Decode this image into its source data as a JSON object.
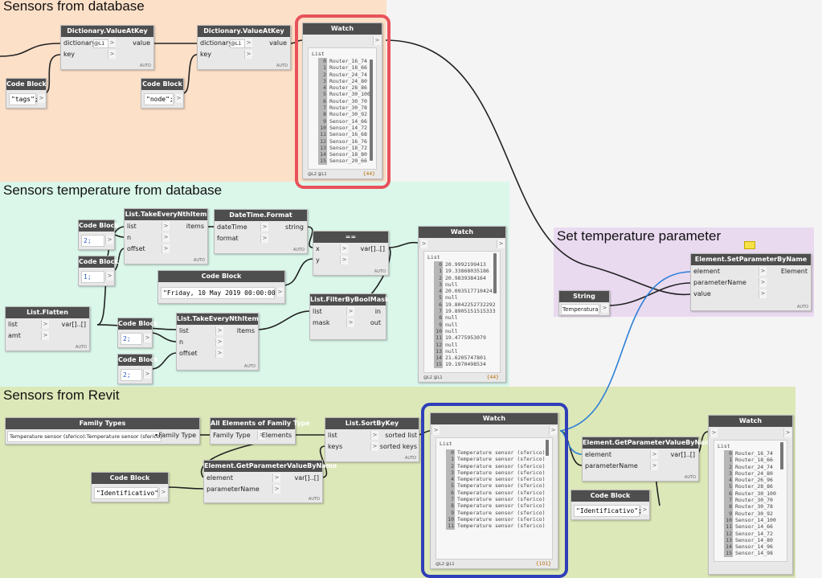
{
  "groups": {
    "g1": "Sensors from database",
    "g2": "Sensors temperature from database",
    "g3": "Set temperature parameter",
    "g4": "Sensors from Revit"
  },
  "common": {
    "auto": "AUTO",
    "gt": ">",
    "list": "List",
    "lvl": "@L2 @L1"
  },
  "n1": {
    "title": "Dictionary.ValueAtKey",
    "in1": "dictionary",
    "in2": "key",
    "out": "value",
    "combo": "@L1"
  },
  "n2": {
    "title": "Dictionary.ValueAtKey",
    "in1": "dictionary",
    "in2": "key",
    "out": "value",
    "combo": "@L1"
  },
  "cb1": {
    "title": "Code Block",
    "code": "\"tags\";"
  },
  "cb2": {
    "title": "Code Block",
    "code": "\"node\";"
  },
  "w1": {
    "title": "Watch",
    "count": "{44}",
    "items": [
      {
        "i": "0",
        "v": "Router_16_74"
      },
      {
        "i": "1",
        "v": "Router_18_66"
      },
      {
        "i": "2",
        "v": "Router_24_74"
      },
      {
        "i": "3",
        "v": "Router_24_80"
      },
      {
        "i": "4",
        "v": "Router_28_86"
      },
      {
        "i": "5",
        "v": "Router_30_100"
      },
      {
        "i": "6",
        "v": "Router_30_70"
      },
      {
        "i": "7",
        "v": "Router_30_78"
      },
      {
        "i": "8",
        "v": "Router_30_92"
      },
      {
        "i": "9",
        "v": "Sensor_14_66"
      },
      {
        "i": "10",
        "v": "Sensor_14_72"
      },
      {
        "i": "11",
        "v": "Sensor_16_68"
      },
      {
        "i": "12",
        "v": "Sensor_16_76"
      },
      {
        "i": "13",
        "v": "Sensor_18_72"
      },
      {
        "i": "14",
        "v": "Sensor_18_80"
      },
      {
        "i": "15",
        "v": "Sensor_20_66"
      }
    ]
  },
  "cb3": {
    "title": "Code Block",
    "code": "2;"
  },
  "cb4": {
    "title": "Code Block",
    "code": "1;"
  },
  "n3": {
    "title": "List.TakeEveryNthItem",
    "in1": "list",
    "in2": "n",
    "in3": "offset",
    "out": "items"
  },
  "n4": {
    "title": "DateTime.Format",
    "in1": "dateTime",
    "in2": "format",
    "out": "string"
  },
  "cb5": {
    "title": "Code Block",
    "code": "\"Friday, 10 May 2019 00:00:00\";"
  },
  "n5": {
    "title": "==",
    "in1": "x",
    "in2": "y",
    "out": "var[]..[]"
  },
  "n6": {
    "title": "List.Flatten",
    "in1": "list",
    "in2": "amt",
    "out": "var[]..[]"
  },
  "cb6": {
    "title": "Code Block",
    "code": "2;"
  },
  "cb7": {
    "title": "Code Block",
    "code": "2;"
  },
  "n7": {
    "title": "List.TakeEveryNthItem",
    "in1": "list",
    "in2": "n",
    "in3": "offset",
    "out": "items"
  },
  "n8": {
    "title": "List.FilterByBoolMask",
    "in1": "list",
    "in2": "mask",
    "out1": "in",
    "out2": "out"
  },
  "w2": {
    "title": "Watch",
    "count": "{44}",
    "items": [
      {
        "i": "0",
        "v": "20.9992199413"
      },
      {
        "i": "1",
        "v": "19.33868035186"
      },
      {
        "i": "2",
        "v": "20.9839384164"
      },
      {
        "i": "3",
        "v": "null"
      },
      {
        "i": "4",
        "v": "20.0935177104241"
      },
      {
        "i": "5",
        "v": "null"
      },
      {
        "i": "6",
        "v": "19.8042252732292"
      },
      {
        "i": "7",
        "v": "19.8905151515333"
      },
      {
        "i": "8",
        "v": "null"
      },
      {
        "i": "9",
        "v": "null"
      },
      {
        "i": "10",
        "v": "null"
      },
      {
        "i": "11",
        "v": "19.4775953079"
      },
      {
        "i": "12",
        "v": "null"
      },
      {
        "i": "13",
        "v": "null"
      },
      {
        "i": "14",
        "v": "21.6205747801"
      },
      {
        "i": "15",
        "v": "19.1970498534"
      }
    ]
  },
  "n9": {
    "title": "Element.SetParameterByName",
    "in1": "element",
    "in2": "parameterName",
    "in3": "value",
    "out": "Element"
  },
  "s1": {
    "title": "String",
    "value": "Temperatura"
  },
  "n10": {
    "title": "Family Types",
    "value": "Temperature sensor (sferico):Temperature sensor (sferico)",
    "out": "Family Type"
  },
  "n11": {
    "title": "All Elements of Family Type",
    "in1": "Family Type",
    "out": "Elements"
  },
  "n12": {
    "title": "List.SortByKey",
    "in1": "list",
    "in2": "keys",
    "out1": "sorted list",
    "out2": "sorted keys"
  },
  "cb8": {
    "title": "Code Block",
    "code": "\"Identificativo\";"
  },
  "n13": {
    "title": "Element.GetParameterValueByName",
    "in1": "element",
    "in2": "parameterName",
    "out": "var[]..[]"
  },
  "w3": {
    "title": "Watch",
    "count": "{101}",
    "items": [
      {
        "i": "0",
        "v": "Temperature sensor (sferico)"
      },
      {
        "i": "1",
        "v": "Temperature sensor (sferico)"
      },
      {
        "i": "2",
        "v": "Temperature sensor (sferico)"
      },
      {
        "i": "3",
        "v": "Temperature sensor (sferico)"
      },
      {
        "i": "4",
        "v": "Temperature sensor (sferico)"
      },
      {
        "i": "5",
        "v": "Temperature sensor (sferico)"
      },
      {
        "i": "6",
        "v": "Temperature sensor (sferico)"
      },
      {
        "i": "7",
        "v": "Temperature sensor (sferico)"
      },
      {
        "i": "8",
        "v": "Temperature sensor (sferico)"
      },
      {
        "i": "9",
        "v": "Temperature sensor (sferico)"
      },
      {
        "i": "10",
        "v": "Temperature sensor (sferico)"
      },
      {
        "i": "11",
        "v": "Temperature sensor (sferico)"
      }
    ]
  },
  "n14": {
    "title": "Element.GetParameterValueByName",
    "in1": "element",
    "in2": "parameterName",
    "out": "var[]..[]"
  },
  "cb9": {
    "title": "Code Block",
    "code": "\"Identificativo\";"
  },
  "w4": {
    "title": "Watch",
    "items": [
      {
        "i": "0",
        "v": "Router_16_74"
      },
      {
        "i": "1",
        "v": "Router_18_66"
      },
      {
        "i": "2",
        "v": "Router_24_74"
      },
      {
        "i": "3",
        "v": "Router_24_80"
      },
      {
        "i": "4",
        "v": "Router_26_96"
      },
      {
        "i": "5",
        "v": "Router_28_86"
      },
      {
        "i": "6",
        "v": "Router_30_100"
      },
      {
        "i": "7",
        "v": "Router_30_70"
      },
      {
        "i": "8",
        "v": "Router_30_78"
      },
      {
        "i": "9",
        "v": "Router_30_92"
      },
      {
        "i": "10",
        "v": "Sensor_14_100"
      },
      {
        "i": "11",
        "v": "Sensor_14_66"
      },
      {
        "i": "12",
        "v": "Sensor_14_72"
      },
      {
        "i": "13",
        "v": "Sensor_14_80"
      },
      {
        "i": "14",
        "v": "Sensor_14_96"
      },
      {
        "i": "15",
        "v": "Sensor_14_98"
      }
    ]
  }
}
